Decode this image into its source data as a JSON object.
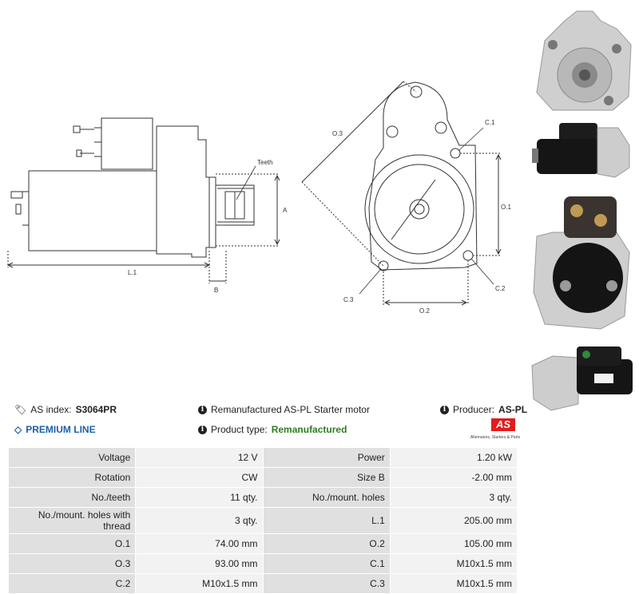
{
  "drawing": {
    "labels": {
      "teeth": "Teeth",
      "a": "A",
      "b": "B",
      "l1": "L.1",
      "o3": "O.3",
      "c1": "C.1",
      "o1": "O.1",
      "c2": "C.2",
      "c3": "C.3",
      "o2": "O.2"
    }
  },
  "info": {
    "as_index_label": "AS index:",
    "as_index_value": "S3064PR",
    "description": "Remanufactured AS-PL Starter motor",
    "producer_label": "Producer:",
    "producer_value": "AS-PL",
    "premium": "PREMIUM LINE",
    "product_type_label": "Product type:",
    "product_type_value": "Remanufactured",
    "logo_text": "AS",
    "logo_sub": "Alternators, Starters & Parts"
  },
  "specs": [
    [
      "Voltage",
      "12 V",
      "Power",
      "1.20 kW"
    ],
    [
      "Rotation",
      "CW",
      "Size B",
      "-2.00 mm"
    ],
    [
      "No./teeth",
      "11 qty.",
      "No./mount. holes",
      "3 qty."
    ],
    [
      "No./mount. holes with thread",
      "3 qty.",
      "L.1",
      "205.00 mm"
    ],
    [
      "O.1",
      "74.00 mm",
      "O.2",
      "105.00 mm"
    ],
    [
      "O.3",
      "93.00 mm",
      "C.1",
      "M10x1.5 mm"
    ],
    [
      "C.2",
      "M10x1.5 mm",
      "C.3",
      "M10x1.5 mm"
    ]
  ],
  "colors": {
    "accent_green": "#2e7d1e",
    "premium_blue": "#1f5fa8",
    "logo_red": "#e21b1b"
  }
}
